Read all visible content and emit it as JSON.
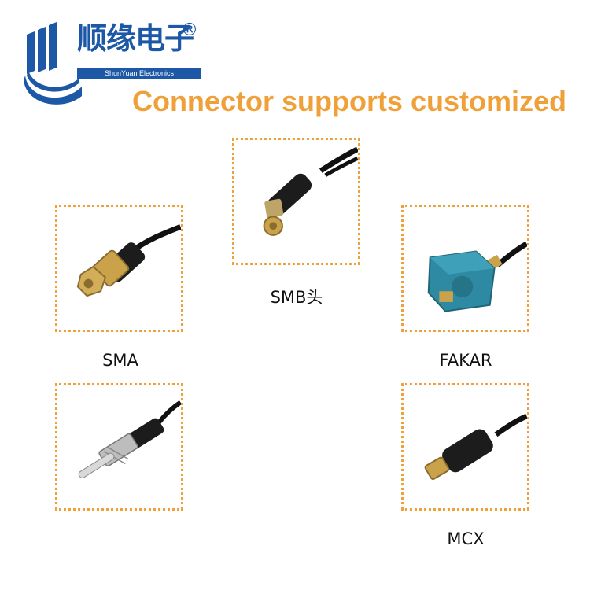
{
  "brand": {
    "name_cn": "顺缘电子",
    "registered_mark": "®",
    "name_en": "ShunYuan Electronics",
    "color": "#1d58a6"
  },
  "headline": {
    "text": "Connector supports customized",
    "color": "#f0a038"
  },
  "products": {
    "smb": {
      "label": "SMB头"
    },
    "sma": {
      "label": "SMA"
    },
    "fakra": {
      "label": "FAKAR"
    },
    "antenna": {
      "label": ""
    },
    "mcx": {
      "label": "MCX"
    }
  },
  "colors": {
    "frame_dots": "#f0a038",
    "cable": "#111111",
    "gold": "#c9a24a",
    "fakra_blue": "#2e8aa3"
  }
}
